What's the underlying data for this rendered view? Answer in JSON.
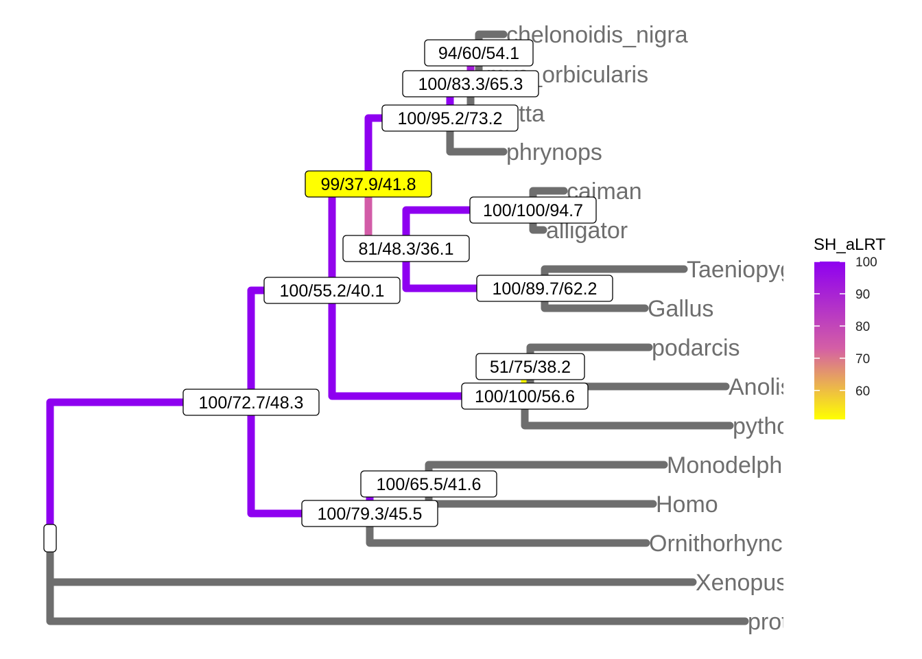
{
  "tree": {
    "tips": [
      {
        "id": "chelonoidis",
        "label": "chelonoidis_nigra"
      },
      {
        "id": "emys",
        "label": "emys_orbicularis"
      },
      {
        "id": "caretta",
        "label": "caretta"
      },
      {
        "id": "phrynops",
        "label": "phrynops"
      },
      {
        "id": "caiman",
        "label": "caiman"
      },
      {
        "id": "alligator",
        "label": "alligator"
      },
      {
        "id": "taeniopygia",
        "label": "Taeniopygia"
      },
      {
        "id": "gallus",
        "label": "Gallus"
      },
      {
        "id": "podarcis",
        "label": "podarcis"
      },
      {
        "id": "anolis",
        "label": "Anolis"
      },
      {
        "id": "python",
        "label": "python"
      },
      {
        "id": "monodelphis",
        "label": "Monodelphis"
      },
      {
        "id": "homo",
        "label": "Homo"
      },
      {
        "id": "ornithorhynchus",
        "label": "Ornithorhynchus"
      },
      {
        "id": "xenopus",
        "label": "Xenopus"
      },
      {
        "id": "protopterus",
        "label": "protopterus"
      }
    ],
    "nodes": [
      {
        "id": "n_root",
        "label": "",
        "sh_alrt": null
      },
      {
        "id": "n_amniota",
        "label": "100/72.7/48.3",
        "sh_alrt": 100
      },
      {
        "id": "n_sauria",
        "label": "100/55.2/40.1",
        "sh_alrt": 100
      },
      {
        "id": "n_archelosauria",
        "label": "99/37.9/41.8",
        "sh_alrt": 99
      },
      {
        "id": "n_turtles",
        "label": "100/95.2/73.2",
        "sh_alrt": 100
      },
      {
        "id": "n_turtles2",
        "label": "100/83.3/65.3",
        "sh_alrt": 100
      },
      {
        "id": "n_tortoise",
        "label": "94/60/54.1",
        "sh_alrt": 94
      },
      {
        "id": "n_archosauria",
        "label": "81/48.3/36.1",
        "sh_alrt": 81
      },
      {
        "id": "n_crocs",
        "label": "100/100/94.7",
        "sh_alrt": 100
      },
      {
        "id": "n_birds",
        "label": "100/89.7/62.2",
        "sh_alrt": 100
      },
      {
        "id": "n_squamata",
        "label": "100/100/56.6",
        "sh_alrt": 100
      },
      {
        "id": "n_podarcis_anolis",
        "label": "51/75/38.2",
        "sh_alrt": 51
      },
      {
        "id": "n_mammals",
        "label": "100/79.3/45.5",
        "sh_alrt": 100
      },
      {
        "id": "n_therian",
        "label": "100/65.5/41.6",
        "sh_alrt": 100
      }
    ]
  },
  "legend": {
    "title": "SH_aLRT",
    "ticks": [
      "100",
      "90",
      "80",
      "70",
      "60"
    ],
    "tick_values": [
      100,
      90,
      80,
      70,
      60
    ],
    "range": [
      51,
      100
    ],
    "colors": {
      "low": "#ffff00",
      "mid": "#d45fa5",
      "high": "#8e00f0"
    }
  },
  "colors": {
    "tip_branch": "#6e6e6e",
    "node_label_border": "#000000"
  }
}
